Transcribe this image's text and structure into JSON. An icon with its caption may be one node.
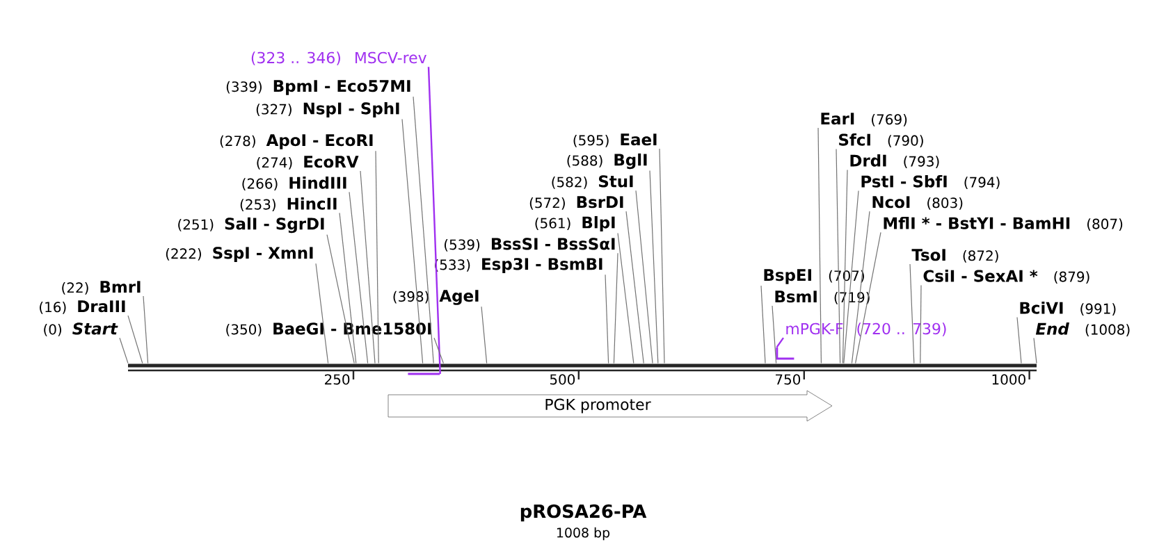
{
  "diagram": {
    "title": "pROSA26-PA",
    "caption": "1008 bp",
    "nodes": [
      {
        "text": [
          "(0)",
          "*Start*"
        ]
      },
      {
        "text": [
          "(16)",
          "DraIII"
        ]
      },
      {
        "text": [
          "(22)",
          "BmrI"
        ]
      },
      {
        "text": [
          "(222)",
          "SspI - XmnI"
        ]
      },
      {
        "text": [
          "(251)",
          "SalI - SgrDI"
        ]
      },
      {
        "text": [
          "(253)",
          "HincII"
        ]
      },
      {
        "text": [
          "(266)",
          "HindIII"
        ]
      },
      {
        "text": [
          "(274)",
          "EcoRV"
        ]
      },
      {
        "text": [
          "(278)",
          "ApoI - EcoRI"
        ]
      },
      {
        "text": [
          "(327)",
          "NspI - SphI"
        ]
      },
      {
        "text": [
          "(339)",
          "BpmI - Eco57MI"
        ]
      },
      {
        "text": [
          "(323 .. 346)",
          "MSCV-rev"
        ]
      },
      {
        "text": [
          "(350)",
          "BaeGI - Bme1580I"
        ]
      },
      {
        "text": [
          "(398)",
          "AgeI"
        ]
      },
      {
        "text": [
          "(533)",
          "Esp3I - BsmBI"
        ]
      },
      {
        "text": [
          "(539)",
          "BssSI - BssSαI"
        ]
      },
      {
        "text": [
          "(561)",
          "BlpI"
        ]
      },
      {
        "text": [
          "(572)",
          "BsrDI"
        ]
      },
      {
        "text": [
          "(582)",
          "StuI"
        ]
      },
      {
        "text": [
          "(588)",
          "BglI"
        ]
      },
      {
        "text": [
          "(595)",
          "EaeI"
        ]
      },
      {
        "text": [
          "BspEI",
          "(707)"
        ]
      },
      {
        "text": [
          "BsmI",
          "(719)"
        ]
      },
      {
        "text": [
          "mPGK-F",
          "(720 .. 739)"
        ]
      },
      {
        "text": [
          "EarI",
          "(769)"
        ]
      },
      {
        "text": [
          "SfcI",
          "(790)"
        ]
      },
      {
        "text": [
          "DrdI",
          "(793)"
        ]
      },
      {
        "text": [
          "PstI - SbfI",
          "(794)"
        ]
      },
      {
        "text": [
          "NcoI",
          "(803)"
        ]
      },
      {
        "text": [
          "MflI * - BstYI - BamHI",
          "(807)"
        ]
      },
      {
        "text": [
          "TsoI",
          "(872)"
        ]
      },
      {
        "text": [
          "CsiI - SexAI *",
          "(879)"
        ]
      },
      {
        "text": [
          "BciVI",
          "(991)"
        ]
      },
      {
        "text": [
          "*End*",
          "(1008)"
        ]
      },
      {
        "text": [
          "PGK promoter"
        ]
      },
      {
        "text": [],
        "shape": "bar"
      },
      {
        "text": [],
        "shape": "bar"
      },
      {
        "text": [],
        "shape": "bar"
      }
    ],
    "edges": [
      {
        "from": 0,
        "to": 35,
        "arrow": "none"
      },
      {
        "from": 1,
        "to": 35,
        "arrow": "none"
      },
      {
        "from": 2,
        "to": 35,
        "arrow": "none"
      },
      {
        "from": 3,
        "to": 35,
        "arrow": "none"
      },
      {
        "from": 4,
        "to": 35,
        "arrow": "none"
      },
      {
        "from": 5,
        "to": 35,
        "arrow": "none"
      },
      {
        "from": 6,
        "to": 35,
        "arrow": "none"
      },
      {
        "from": 7,
        "to": 35,
        "arrow": "none"
      },
      {
        "from": 8,
        "to": 35,
        "arrow": "none"
      },
      {
        "from": 9,
        "to": 35,
        "arrow": "none"
      },
      {
        "from": 10,
        "to": 35,
        "arrow": "none"
      },
      {
        "from": 11,
        "to": 36,
        "arrow": "none",
        "color": "#a030f0"
      },
      {
        "from": 12,
        "to": 35,
        "arrow": "none"
      },
      {
        "from": 13,
        "to": 35,
        "arrow": "none"
      },
      {
        "from": 14,
        "to": 35,
        "arrow": "none"
      },
      {
        "from": 15,
        "to": 35,
        "arrow": "none"
      },
      {
        "from": 16,
        "to": 35,
        "arrow": "none"
      },
      {
        "from": 17,
        "to": 35,
        "arrow": "none"
      },
      {
        "from": 18,
        "to": 35,
        "arrow": "none"
      },
      {
        "from": 19,
        "to": 35,
        "arrow": "none"
      },
      {
        "from": 20,
        "to": 35,
        "arrow": "none"
      },
      {
        "from": 21,
        "to": 35,
        "arrow": "none"
      },
      {
        "from": 22,
        "to": 35,
        "arrow": "none"
      },
      {
        "from": 23,
        "to": 37,
        "arrow": "none",
        "color": "#a030f0"
      },
      {
        "from": 24,
        "to": 35,
        "arrow": "none"
      },
      {
        "from": 25,
        "to": 35,
        "arrow": "none"
      },
      {
        "from": 26,
        "to": 35,
        "arrow": "none"
      },
      {
        "from": 27,
        "to": 35,
        "arrow": "none"
      },
      {
        "from": 28,
        "to": 35,
        "arrow": "none"
      },
      {
        "from": 29,
        "to": 35,
        "arrow": "none"
      },
      {
        "from": 30,
        "to": 35,
        "arrow": "none"
      },
      {
        "from": 31,
        "to": 35,
        "arrow": "none"
      },
      {
        "from": 32,
        "to": 35,
        "arrow": "none"
      },
      {
        "from": 33,
        "to": 35,
        "arrow": "none"
      }
    ],
    "labels": [
      "250",
      "500",
      "750",
      "1000"
    ]
  }
}
